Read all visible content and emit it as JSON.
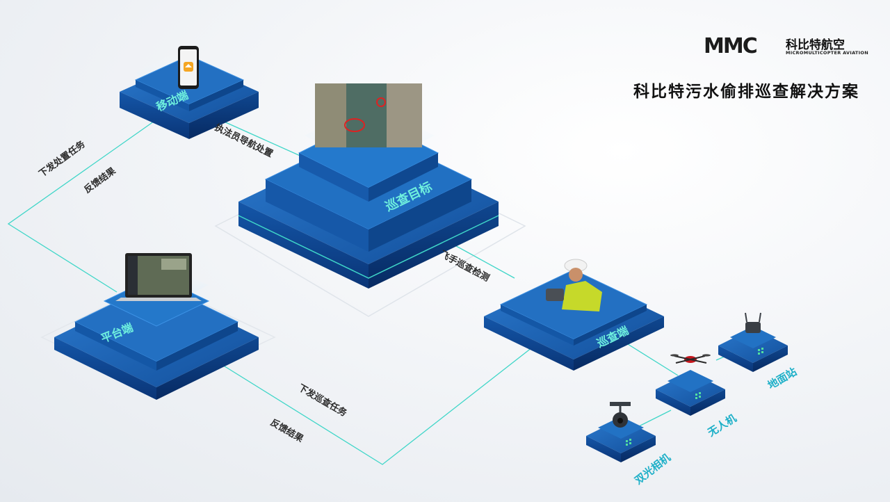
{
  "brand": {
    "mark": "MMC",
    "name_cn": "科比特航空",
    "name_en": "MICROMULTICOPTER AVIATION"
  },
  "title": "科比特污水偷排巡查解决方案",
  "nodes": {
    "mobile": "移动端",
    "target": "巡查目标",
    "platform": "平台端",
    "patrol": "巡查端",
    "ground_station": "地面站",
    "drone": "无人机",
    "camera": "双光相机"
  },
  "edge_labels": {
    "dispatch_handling": "下发处置任务",
    "feedback_top": "反馈结果",
    "officer_navigate": "执法员导航处置",
    "pilot_inspect": "飞手巡查检测",
    "dispatch_patrol": "下发巡查任务",
    "feedback_bottom": "反馈结果"
  },
  "colors": {
    "accent": "#3fd6c8",
    "label_cyan": "#1fb0c8",
    "block_top": "#1a5fb0",
    "block_side": "#0d3a7a"
  }
}
